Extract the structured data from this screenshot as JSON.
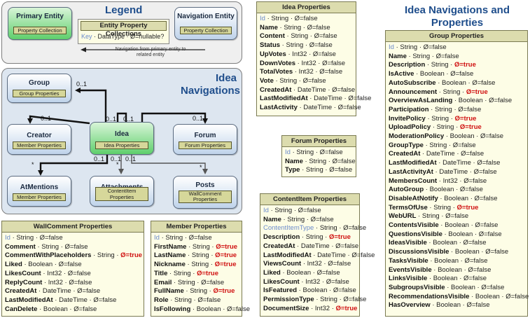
{
  "legend": {
    "title": "Legend",
    "primary_entity": {
      "name": "Primary Entity",
      "collection": "Property Collection"
    },
    "entity_property_collections": {
      "title": "Entity Property Collections",
      "key_label": "Key",
      "rest": " · DataType · Ø=nullable?"
    },
    "navigation_entity": {
      "name": "Navigation Entity",
      "collection": "Property Collection"
    },
    "navigation_note": "Navigation from primary entity to related entity"
  },
  "navigations": {
    "title": "Idea Navigations",
    "entities": {
      "group": {
        "name": "Group",
        "collection": "Group Properties"
      },
      "creator": {
        "name": "Creator",
        "collection": "Member Properties"
      },
      "idea": {
        "name": "Idea",
        "collection": "Idea Properties"
      },
      "forum": {
        "name": "Forum",
        "collection": "Forum Properties"
      },
      "atmentions": {
        "name": "AtMentions",
        "collection": "Member Properties"
      },
      "attachments": {
        "name": "Attachments",
        "collection": "ContentItem Properties"
      },
      "posts": {
        "name": "Posts",
        "collection": "WallComment Properties"
      }
    },
    "multiplicity": {
      "zero_one": "0..1",
      "many": "*",
      "group_end": "0..1",
      "idea_group": "0..1",
      "creator_end": "0..1",
      "idea_creator": "0..1",
      "idea_self": "0..1",
      "forum_end": "0..1",
      "idea_forum": "0..1",
      "idea_atmentions": "0..1",
      "atmentions_end": "*",
      "idea_attachments": "0..1",
      "attachments_end": "*",
      "idea_posts": "0..1",
      "posts_end": "*"
    }
  },
  "main_title": "Idea Navigations and Properties",
  "tables": {
    "idea": {
      "title": "Idea Properties",
      "rows": [
        {
          "name": "Id",
          "type": "String",
          "nullable": "Ø=false",
          "key": true
        },
        {
          "name": "Name",
          "type": "String",
          "nullable": "Ø=false"
        },
        {
          "name": "Content",
          "type": "String",
          "nullable": "Ø=false"
        },
        {
          "name": "Status",
          "type": "String",
          "nullable": "Ø=false"
        },
        {
          "name": "UpVotes",
          "type": "Int32",
          "nullable": "Ø=false"
        },
        {
          "name": "DownVotes",
          "type": "Int32",
          "nullable": "Ø=false"
        },
        {
          "name": "TotalVotes",
          "type": "Int32",
          "nullable": "Ø=false"
        },
        {
          "name": "Vote",
          "type": "String",
          "nullable": "Ø=false"
        },
        {
          "name": "CreatedAt",
          "type": "DateTime",
          "nullable": "Ø=false"
        },
        {
          "name": "LastModifiedAt",
          "type": "DateTime",
          "nullable": "Ø=false"
        },
        {
          "name": "LastActivity",
          "type": "DateTime",
          "nullable": "Ø=false"
        }
      ]
    },
    "forum": {
      "title": "Forum Properties",
      "rows": [
        {
          "name": "Id",
          "type": "String",
          "nullable": "Ø=false",
          "key": true
        },
        {
          "name": "Name",
          "type": "String",
          "nullable": "Ø=false"
        },
        {
          "name": "Type",
          "type": "String",
          "nullable": "Ø=false"
        }
      ]
    },
    "contentitem": {
      "title": "ContentItem Properties",
      "rows": [
        {
          "name": "Id",
          "type": "String",
          "nullable": "Ø=false",
          "key": true
        },
        {
          "name": "Name",
          "type": "String",
          "nullable": "Ø=false"
        },
        {
          "name": "ContentItemType",
          "type": "String",
          "nullable": "Ø=false",
          "key": true
        },
        {
          "name": "Description",
          "type": "String",
          "nullable": "Ø=true"
        },
        {
          "name": "CreatedAt",
          "type": "DateTime",
          "nullable": "Ø=false"
        },
        {
          "name": "LastModifiedAt",
          "type": "DateTime",
          "nullable": "Ø=false"
        },
        {
          "name": "ViewsCount",
          "type": "Int32",
          "nullable": "Ø=false"
        },
        {
          "name": "Liked",
          "type": "Boolean",
          "nullable": "Ø=false"
        },
        {
          "name": "LikesCount",
          "type": "Int32",
          "nullable": "Ø=false"
        },
        {
          "name": "IsFeatured",
          "type": "Boolean",
          "nullable": "Ø=false"
        },
        {
          "name": "PermissionType",
          "type": "String",
          "nullable": "Ø=false"
        },
        {
          "name": "DocumentSize",
          "type": "Int32",
          "nullable": "Ø=true"
        }
      ]
    },
    "wallcomment": {
      "title": "WallComment Properties",
      "rows": [
        {
          "name": "Id",
          "type": "String",
          "nullable": "Ø=false",
          "key": true
        },
        {
          "name": "Comment",
          "type": "String",
          "nullable": "Ø=false"
        },
        {
          "name": "CommentWithPlaceholders",
          "type": "String",
          "nullable": "Ø=true"
        },
        {
          "name": "Liked",
          "type": "Boolean",
          "nullable": "Ø=false"
        },
        {
          "name": "LikesCount",
          "type": "Int32",
          "nullable": "Ø=false"
        },
        {
          "name": "ReplyCount",
          "type": "Int32",
          "nullable": "Ø=false"
        },
        {
          "name": "CreatedAt",
          "type": "DateTime",
          "nullable": "Ø=false"
        },
        {
          "name": "LastModifiedAt",
          "type": "DateTime",
          "nullable": "Ø=false"
        },
        {
          "name": "CanDelete",
          "type": "Boolean",
          "nullable": "Ø=false"
        }
      ]
    },
    "member": {
      "title": "Member Properties",
      "rows": [
        {
          "name": "Id",
          "type": "String",
          "nullable": "Ø=false",
          "key": true
        },
        {
          "name": "FirstName",
          "type": "String",
          "nullable": "Ø=true"
        },
        {
          "name": "LastName",
          "type": "String",
          "nullable": "Ø=true"
        },
        {
          "name": "Nickname",
          "type": "String",
          "nullable": "Ø=true"
        },
        {
          "name": "Title",
          "type": "String",
          "nullable": "Ø=true"
        },
        {
          "name": "Email",
          "type": "String",
          "nullable": "Ø=false"
        },
        {
          "name": "FullName",
          "type": "String",
          "nullable": "Ø=true"
        },
        {
          "name": "Role",
          "type": "String",
          "nullable": "Ø=false"
        },
        {
          "name": "IsFollowing",
          "type": "Boolean",
          "nullable": "Ø=false"
        }
      ]
    },
    "group": {
      "title": "Group Properties",
      "rows": [
        {
          "name": "Id",
          "type": "String",
          "nullable": "Ø=false",
          "key": true
        },
        {
          "name": "Name",
          "type": "String",
          "nullable": "Ø=false"
        },
        {
          "name": "Description",
          "type": "String",
          "nullable": "Ø=true"
        },
        {
          "name": "IsActive",
          "type": "Boolean",
          "nullable": "Ø=false"
        },
        {
          "name": "AutoSubscribe",
          "type": "Boolean",
          "nullable": "Ø=false"
        },
        {
          "name": "Announcement",
          "type": "String",
          "nullable": "Ø=true"
        },
        {
          "name": "OverviewAsLanding",
          "type": "Boolean",
          "nullable": "Ø=false"
        },
        {
          "name": "Participation",
          "type": "String",
          "nullable": "Ø=false"
        },
        {
          "name": "InvitePolicy",
          "type": "String",
          "nullable": "Ø=true"
        },
        {
          "name": "UploadPolicy",
          "type": "String",
          "nullable": "Ø=true"
        },
        {
          "name": "ModerationPolicy",
          "type": "Boolean",
          "nullable": "Ø=false"
        },
        {
          "name": "GroupType",
          "type": "String",
          "nullable": "Ø=false"
        },
        {
          "name": "CreatedAt",
          "type": "DateTime",
          "nullable": "Ø=false"
        },
        {
          "name": "LastModifiedAt",
          "type": "DateTime",
          "nullable": "Ø=false"
        },
        {
          "name": "LastActivityAt",
          "type": "DateTime",
          "nullable": "Ø=false"
        },
        {
          "name": "MembersCount",
          "type": "Int32",
          "nullable": "Ø=false"
        },
        {
          "name": "AutoGroup",
          "type": "Boolean",
          "nullable": "Ø=false"
        },
        {
          "name": "DisableAtNotify",
          "type": "Boolean",
          "nullable": "Ø=false"
        },
        {
          "name": "TermsOfUse",
          "type": "String",
          "nullable": "Ø=true"
        },
        {
          "name": "WebURL",
          "type": "String",
          "nullable": "Ø=false"
        },
        {
          "name": "ContentsVisible",
          "type": "Boolean",
          "nullable": "Ø=false"
        },
        {
          "name": "QuestionsVisible",
          "type": "Boolean",
          "nullable": "Ø=false"
        },
        {
          "name": "IdeasVisible",
          "type": "Boolean",
          "nullable": "Ø=false"
        },
        {
          "name": "DiscussionsVisible",
          "type": "Boolean",
          "nullable": "Ø=false"
        },
        {
          "name": "TasksVisible",
          "type": "Boolean",
          "nullable": "Ø=false"
        },
        {
          "name": "EventsVisible",
          "type": "Boolean",
          "nullable": "Ø=false"
        },
        {
          "name": "LinksVisible",
          "type": "Boolean",
          "nullable": "Ø=false"
        },
        {
          "name": "SubgroupsVisible",
          "type": "Boolean",
          "nullable": "Ø=false"
        },
        {
          "name": "RecommendationsVisible",
          "type": "Boolean",
          "nullable": "Ø=false"
        },
        {
          "name": "HasOverview",
          "type": "Boolean",
          "nullable": "Ø=false"
        }
      ]
    }
  },
  "colors": {
    "title_blue": "#1f4e8c",
    "key_blue": "#6d8ccc",
    "nullable_true_red": "#d01010",
    "primary_green": "#5fcf6c",
    "navigation_blue": "#bfd3ea",
    "table_header": "#dcdcae",
    "table_body": "#fdfde6"
  }
}
